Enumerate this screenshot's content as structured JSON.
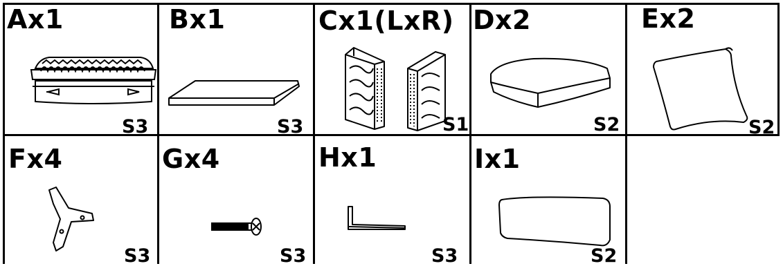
{
  "parts": [
    {
      "id": "A",
      "label": "Ax1",
      "code": "S3",
      "icon": "tufted-bench-back-icon"
    },
    {
      "id": "B",
      "label": "Bx1",
      "code": "S3",
      "icon": "flat-board-icon"
    },
    {
      "id": "C",
      "label": "Cx1(LxR)",
      "code": "S1",
      "icon": "armrest-panels-icon"
    },
    {
      "id": "D",
      "label": "Dx2",
      "code": "S2",
      "icon": "seat-cushion-icon"
    },
    {
      "id": "E",
      "label": "Ex2",
      "code": "S2",
      "icon": "pillow-icon"
    },
    {
      "id": "F",
      "label": "Fx4",
      "code": "S3",
      "icon": "tripod-leg-icon"
    },
    {
      "id": "G",
      "label": "Gx4",
      "code": "S3",
      "icon": "bolt-screw-icon"
    },
    {
      "id": "H",
      "label": "Hx1",
      "code": "S3",
      "icon": "allen-key-icon"
    },
    {
      "id": "I",
      "label": "Ix1",
      "code": "S2",
      "icon": "lumbar-cushion-icon"
    }
  ]
}
